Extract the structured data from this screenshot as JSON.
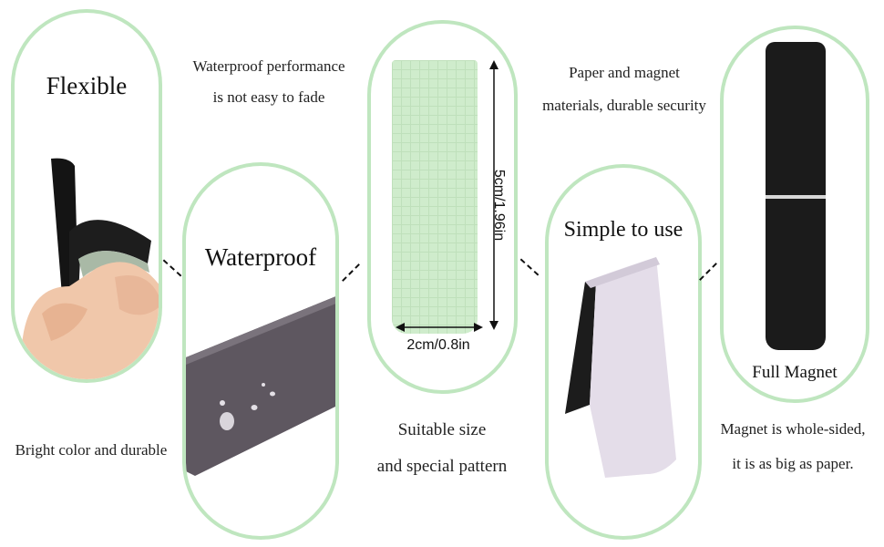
{
  "panels": {
    "flexible": {
      "title": "Flexible"
    },
    "waterproof": {
      "title": "Waterproof"
    },
    "size": {
      "width_label": "2cm/0.8in",
      "height_label": "5cm/1.96in"
    },
    "simple": {
      "title": "Simple to use"
    },
    "magnet": {
      "title": "Full Magnet"
    }
  },
  "captions": {
    "bright": "Bright color and durable",
    "waterproof_line1": "Waterproof performance",
    "waterproof_line2": "is not easy to fade",
    "suitable_line1": "Suitable size",
    "suitable_line2": "and special pattern",
    "paper_line1": "Paper and magnet",
    "paper_line2": "materials, durable security",
    "whole_line1": "Magnet is whole-sided,",
    "whole_line2": "it is as big as paper."
  },
  "colors": {
    "outline": "#bfe6bf",
    "bookmark_green": "#cfeccc",
    "bookmark_purple": "#e4dde9",
    "magnet_black": "#1b1b1b"
  }
}
